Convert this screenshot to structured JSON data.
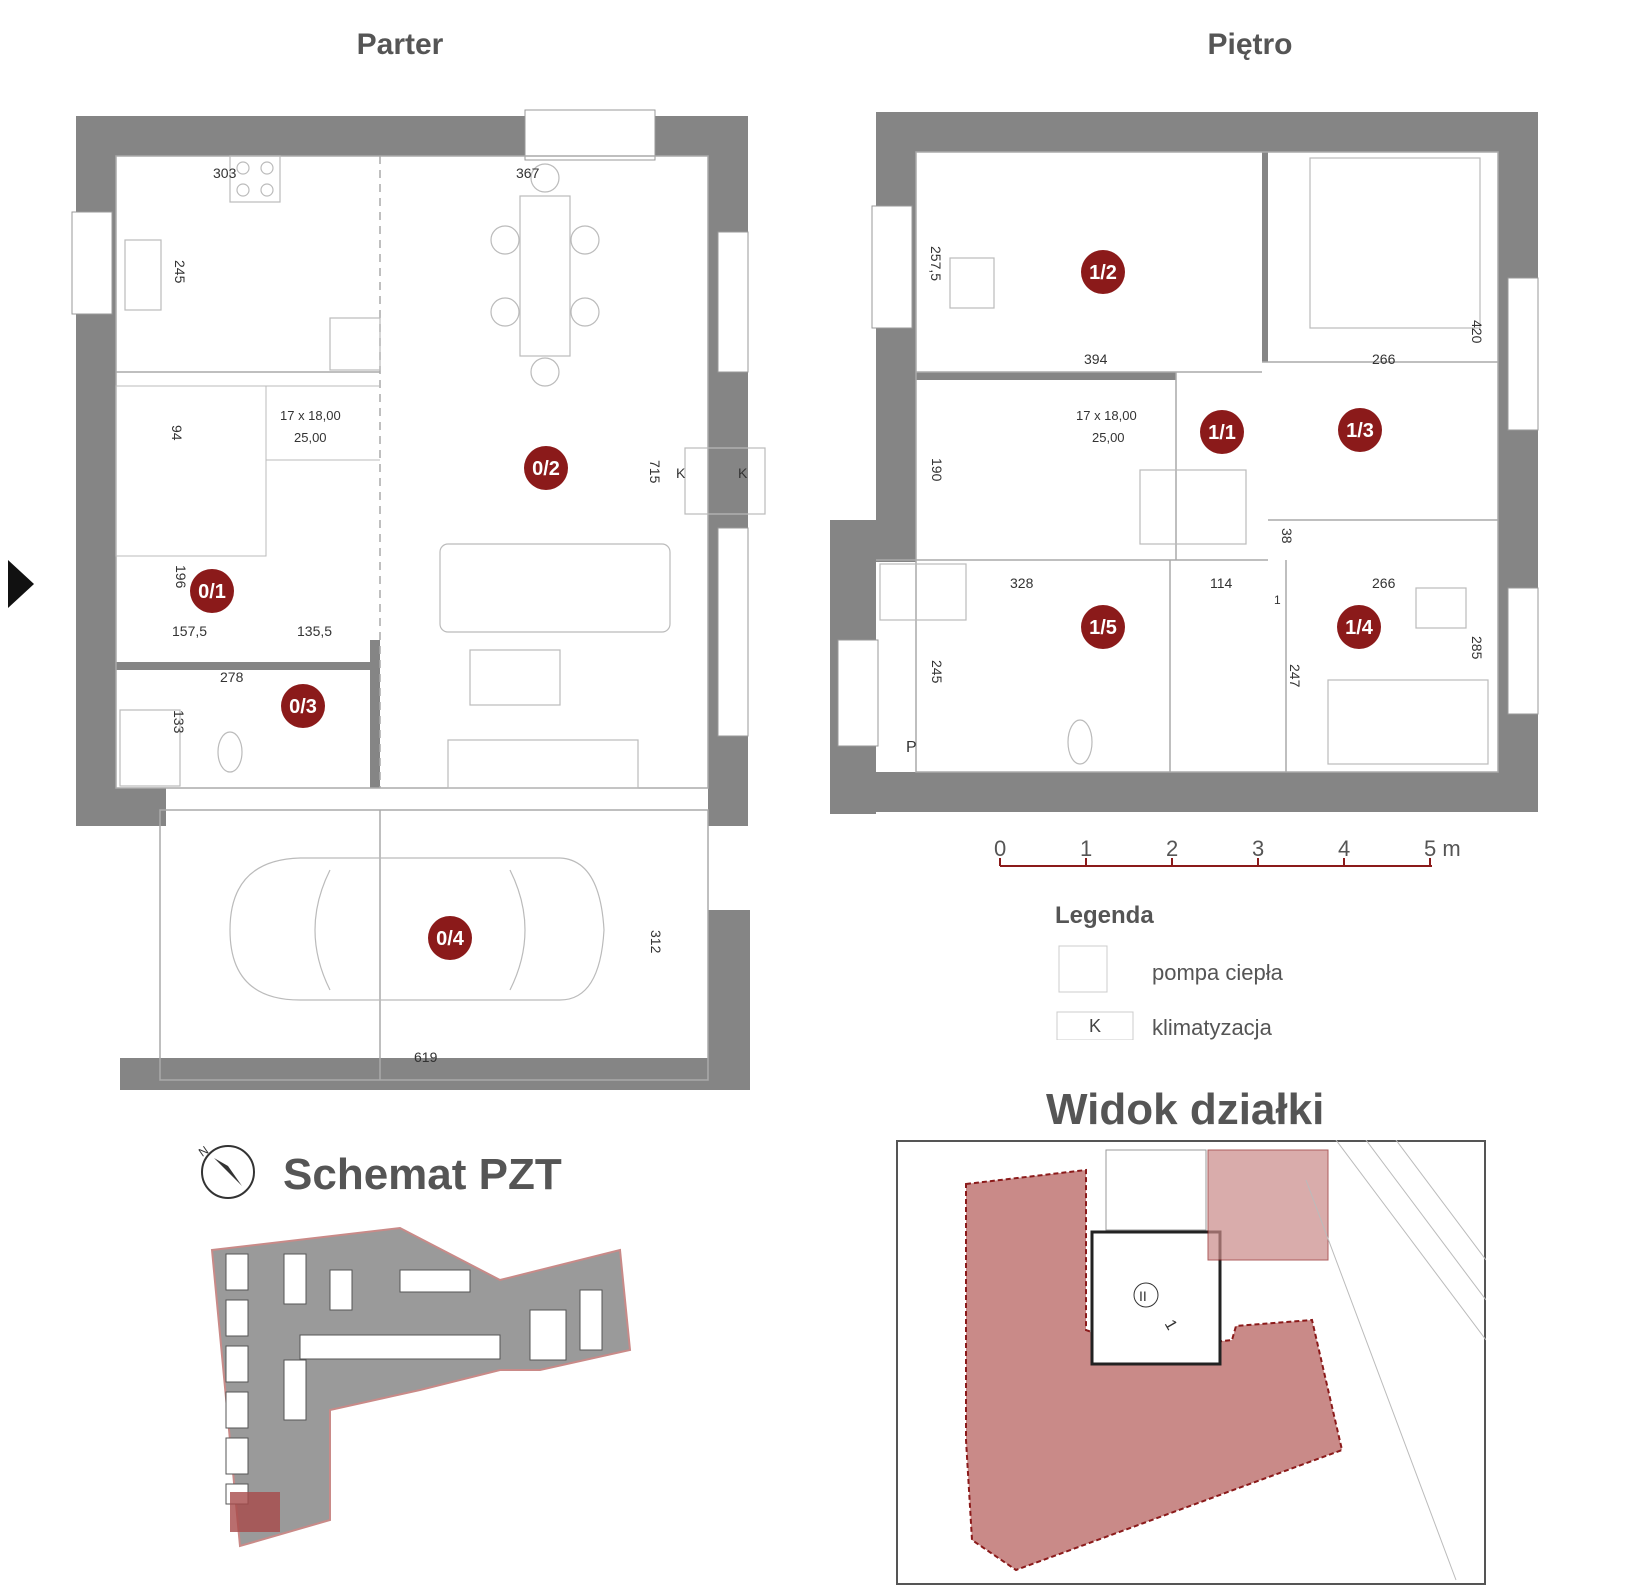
{
  "titles": {
    "ground": "Parter",
    "upper": "Piętro",
    "pzt": "Schemat PZT",
    "plot": "Widok działki"
  },
  "rooms": {
    "r01": "0/1",
    "r02": "0/2",
    "r03": "0/3",
    "r04": "0/4",
    "r11": "1/1",
    "r12": "1/2",
    "r13": "1/3",
    "r14": "1/4",
    "r15": "1/5"
  },
  "dims_ground": {
    "d303": "303",
    "d367": "367",
    "d245": "245",
    "d715": "715",
    "d94": "94",
    "d196": "196",
    "d1575": "157,5",
    "d1355": "135,5",
    "d278": "278",
    "d133": "133",
    "d312": "312",
    "d619": "619",
    "stairs_a": "17 x 18,00",
    "stairs_b": "25,00"
  },
  "dims_upper": {
    "d2575": "257,5",
    "d394": "394",
    "d266a": "266",
    "d420": "420",
    "d190": "190",
    "d38": "38",
    "d328": "328",
    "d114": "114",
    "d266b": "266",
    "d245": "245",
    "d247": "247",
    "d285": "285",
    "stairs_a": "17 x 18,00",
    "stairs_b": "25,00",
    "one": "1",
    "p": "P"
  },
  "ac_mark": "K",
  "scale": {
    "labels": [
      "0",
      "1",
      "2",
      "3",
      "4",
      "5 m"
    ]
  },
  "legend": {
    "title": "Legenda",
    "heat_pump": "pompa ciepła",
    "ac_symbol": "K",
    "ac": "klimatyzacja"
  },
  "compass": {
    "north": "N"
  },
  "plot_view": {
    "circle_label": "II",
    "number": "1"
  },
  "colors": {
    "wall": "#808080",
    "accent": "#8b1a1a",
    "highlight": "#c98a88"
  }
}
